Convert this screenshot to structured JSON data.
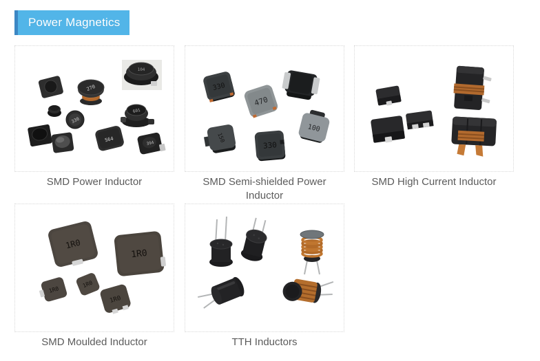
{
  "header": {
    "title": "Power Magnetics",
    "banner_color": "#52b5e8",
    "accent_color": "#3c87c4"
  },
  "categories": [
    {
      "label": "SMD Power Inductor",
      "markings": [
        "104",
        "270",
        "330",
        "601",
        "564",
        "394"
      ]
    },
    {
      "label": "SMD Semi-shielded Power Inductor",
      "markings": [
        "330",
        "470",
        "100",
        "150",
        "330"
      ]
    },
    {
      "label": "SMD High Current Inductor",
      "markings": []
    },
    {
      "label": "SMD Moulded Inductor",
      "markings": [
        "1R0",
        "1R0",
        "1R0",
        "1R0",
        "1R0"
      ]
    },
    {
      "label": "TTH Inductors",
      "markings": []
    }
  ]
}
